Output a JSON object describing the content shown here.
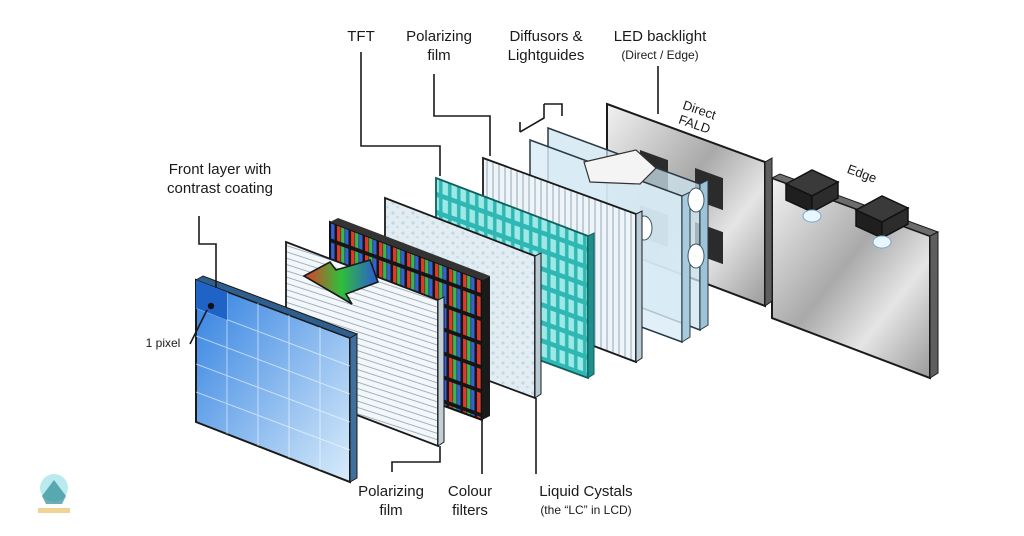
{
  "labels": {
    "tft": "TFT",
    "polarizing_top": [
      "Polarizing",
      "film"
    ],
    "diffusors": [
      "Diffusors &",
      "Lightguides"
    ],
    "led_backlight": "LED backlight",
    "led_backlight_sub": "(Direct / Edge)",
    "direct_fald": [
      "Direct",
      "FALD"
    ],
    "edge": "Edge",
    "front_layer": [
      "Front layer with",
      "contrast coating"
    ],
    "one_pixel": "1 pixel",
    "polarizing_bottom": [
      "Polarizing",
      "film"
    ],
    "colour_filters": [
      "Colour",
      "filters"
    ],
    "liquid_crystals": "Liquid Cystals",
    "liquid_crystals_sub": "(the “LC” in LCD)"
  },
  "colors": {
    "front_blue": "#4f9de8",
    "tft_teal": "#3cc7c4",
    "diffusor": "#cfe6f2",
    "backlight_gray": "#b9b9b9",
    "outline": "#1a1a1a"
  }
}
